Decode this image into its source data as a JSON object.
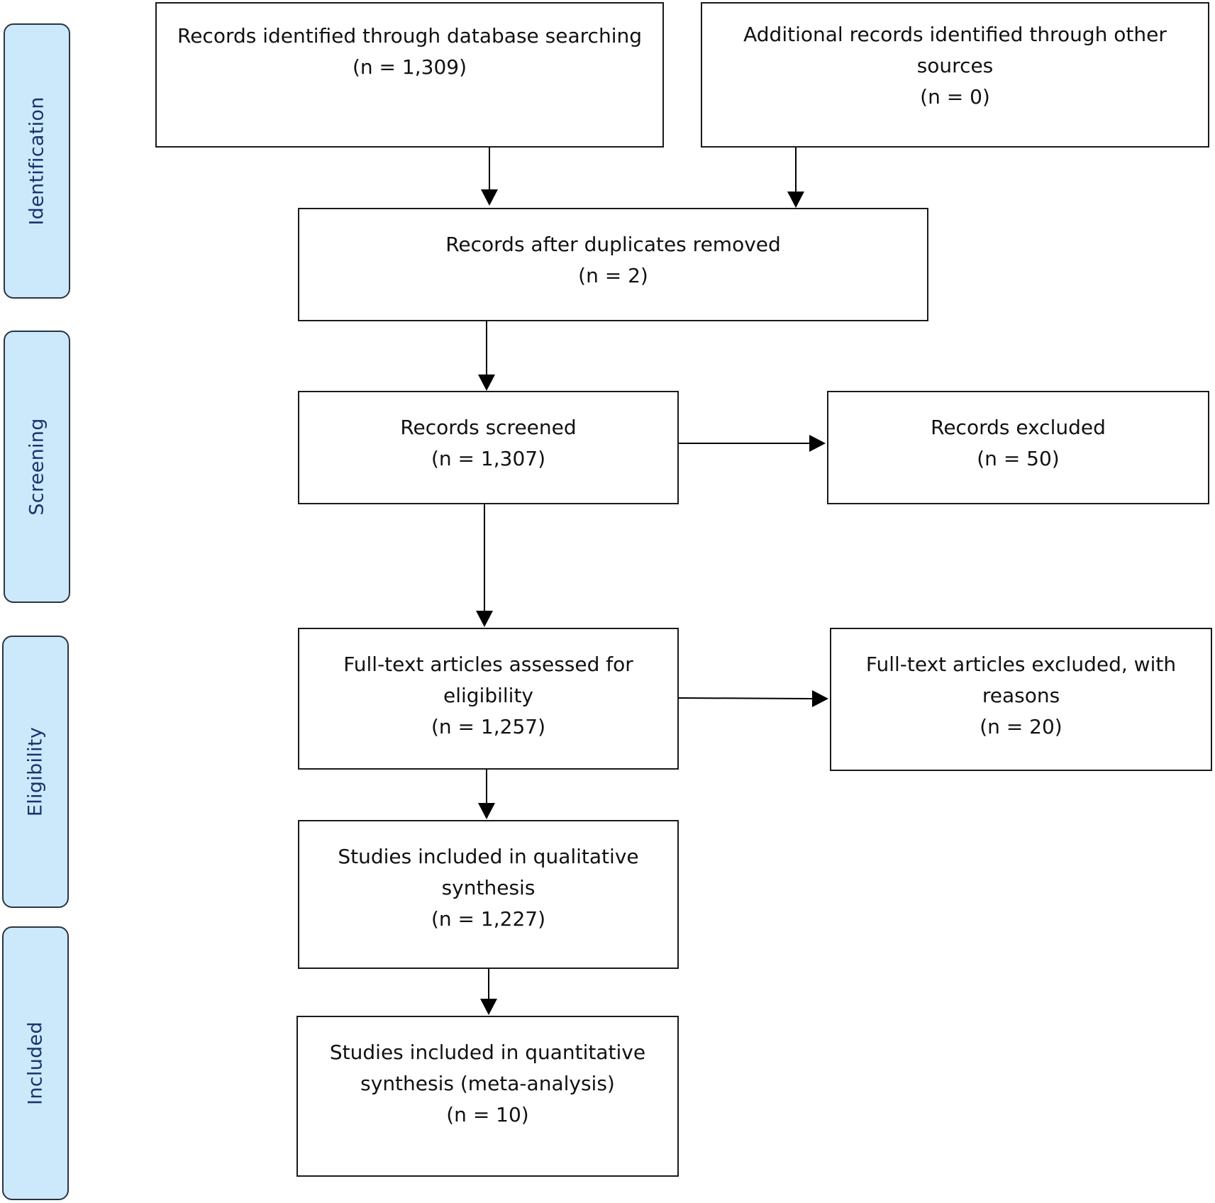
{
  "phases": {
    "identification": "Identification",
    "screening": "Screening",
    "eligibility": "Eligibility",
    "included": "Included"
  },
  "boxes": {
    "db_search": {
      "label": "Records identified through database searching",
      "count": "(n = 1,309)"
    },
    "other_sources": {
      "label_line1": "Additional records identified through other",
      "label_line2": "sources",
      "count": "(n = 0)"
    },
    "duplicates_removed": {
      "label": "Records after duplicates removed",
      "count": "(n = 2)"
    },
    "screened": {
      "label": "Records screened",
      "count": "(n = 1,307)"
    },
    "excluded": {
      "label": "Records excluded",
      "count": "(n = 50)"
    },
    "fulltext_assessed": {
      "label_line1": "Full-text articles assessed for",
      "label_line2": "eligibility",
      "count": "(n = 1,257)"
    },
    "fulltext_excluded": {
      "label_line1": "Full-text articles excluded, with",
      "label_line2": "reasons",
      "count": "(n = 20)"
    },
    "qualitative": {
      "label_line1": "Studies included in qualitative",
      "label_line2": "synthesis",
      "count": "(n = 1,227)"
    },
    "quantitative": {
      "label_line1": "Studies included in quantitative",
      "label_line2": "synthesis (meta-analysis)",
      "count": "(n = 10)"
    }
  },
  "colors": {
    "phase_fill": "#cce9fb",
    "phase_text": "#17346e",
    "box_border": "#1a1a1a",
    "arrow": "#000000"
  }
}
